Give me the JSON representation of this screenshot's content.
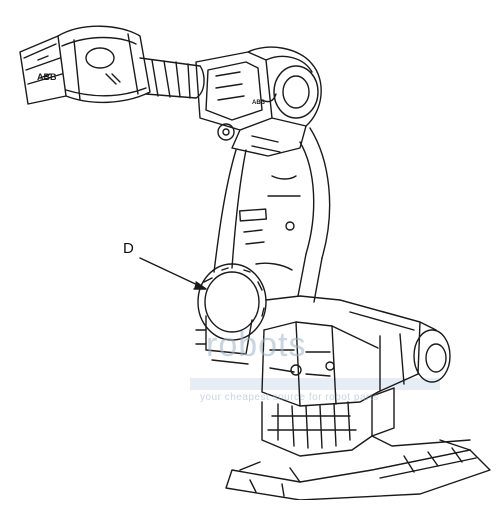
{
  "diagram": {
    "callout_label": "D",
    "logo_text": "ABB",
    "colors": {
      "line": "#1a1a1a",
      "background": "#ffffff",
      "watermark": "#9fb3c8",
      "stripe": "#c7d6e6"
    }
  },
  "watermark": {
    "main": "robots",
    "sub": "your cheapest source for robot parts"
  }
}
